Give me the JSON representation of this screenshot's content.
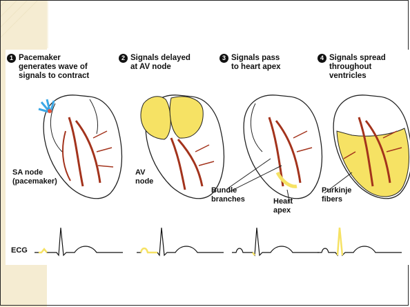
{
  "steps": [
    {
      "number": "1",
      "text": "Pacemaker\ngenerates wave of\nsignals to contract"
    },
    {
      "number": "2",
      "text": "Signals delayed\nat AV node"
    },
    {
      "number": "3",
      "text": "Signals pass\nto heart apex"
    },
    {
      "number": "4",
      "text": "Signals spread\nthroughout\nventricles"
    }
  ],
  "labels": {
    "sa_node": "SA node\n(pacemaker)",
    "av_node": "AV\nnode",
    "bundle_branches": "Bundle\nbranches",
    "heart_apex": "Heart\napex",
    "purkinje_fibers": "Purkinje\nfibers",
    "ecg": "ECG"
  },
  "colors": {
    "highlight": "#f6e264",
    "vessel": "#a3331c",
    "outline": "#222222",
    "signal": "#3aa7e6",
    "background_tint": "#f5ecd2"
  }
}
